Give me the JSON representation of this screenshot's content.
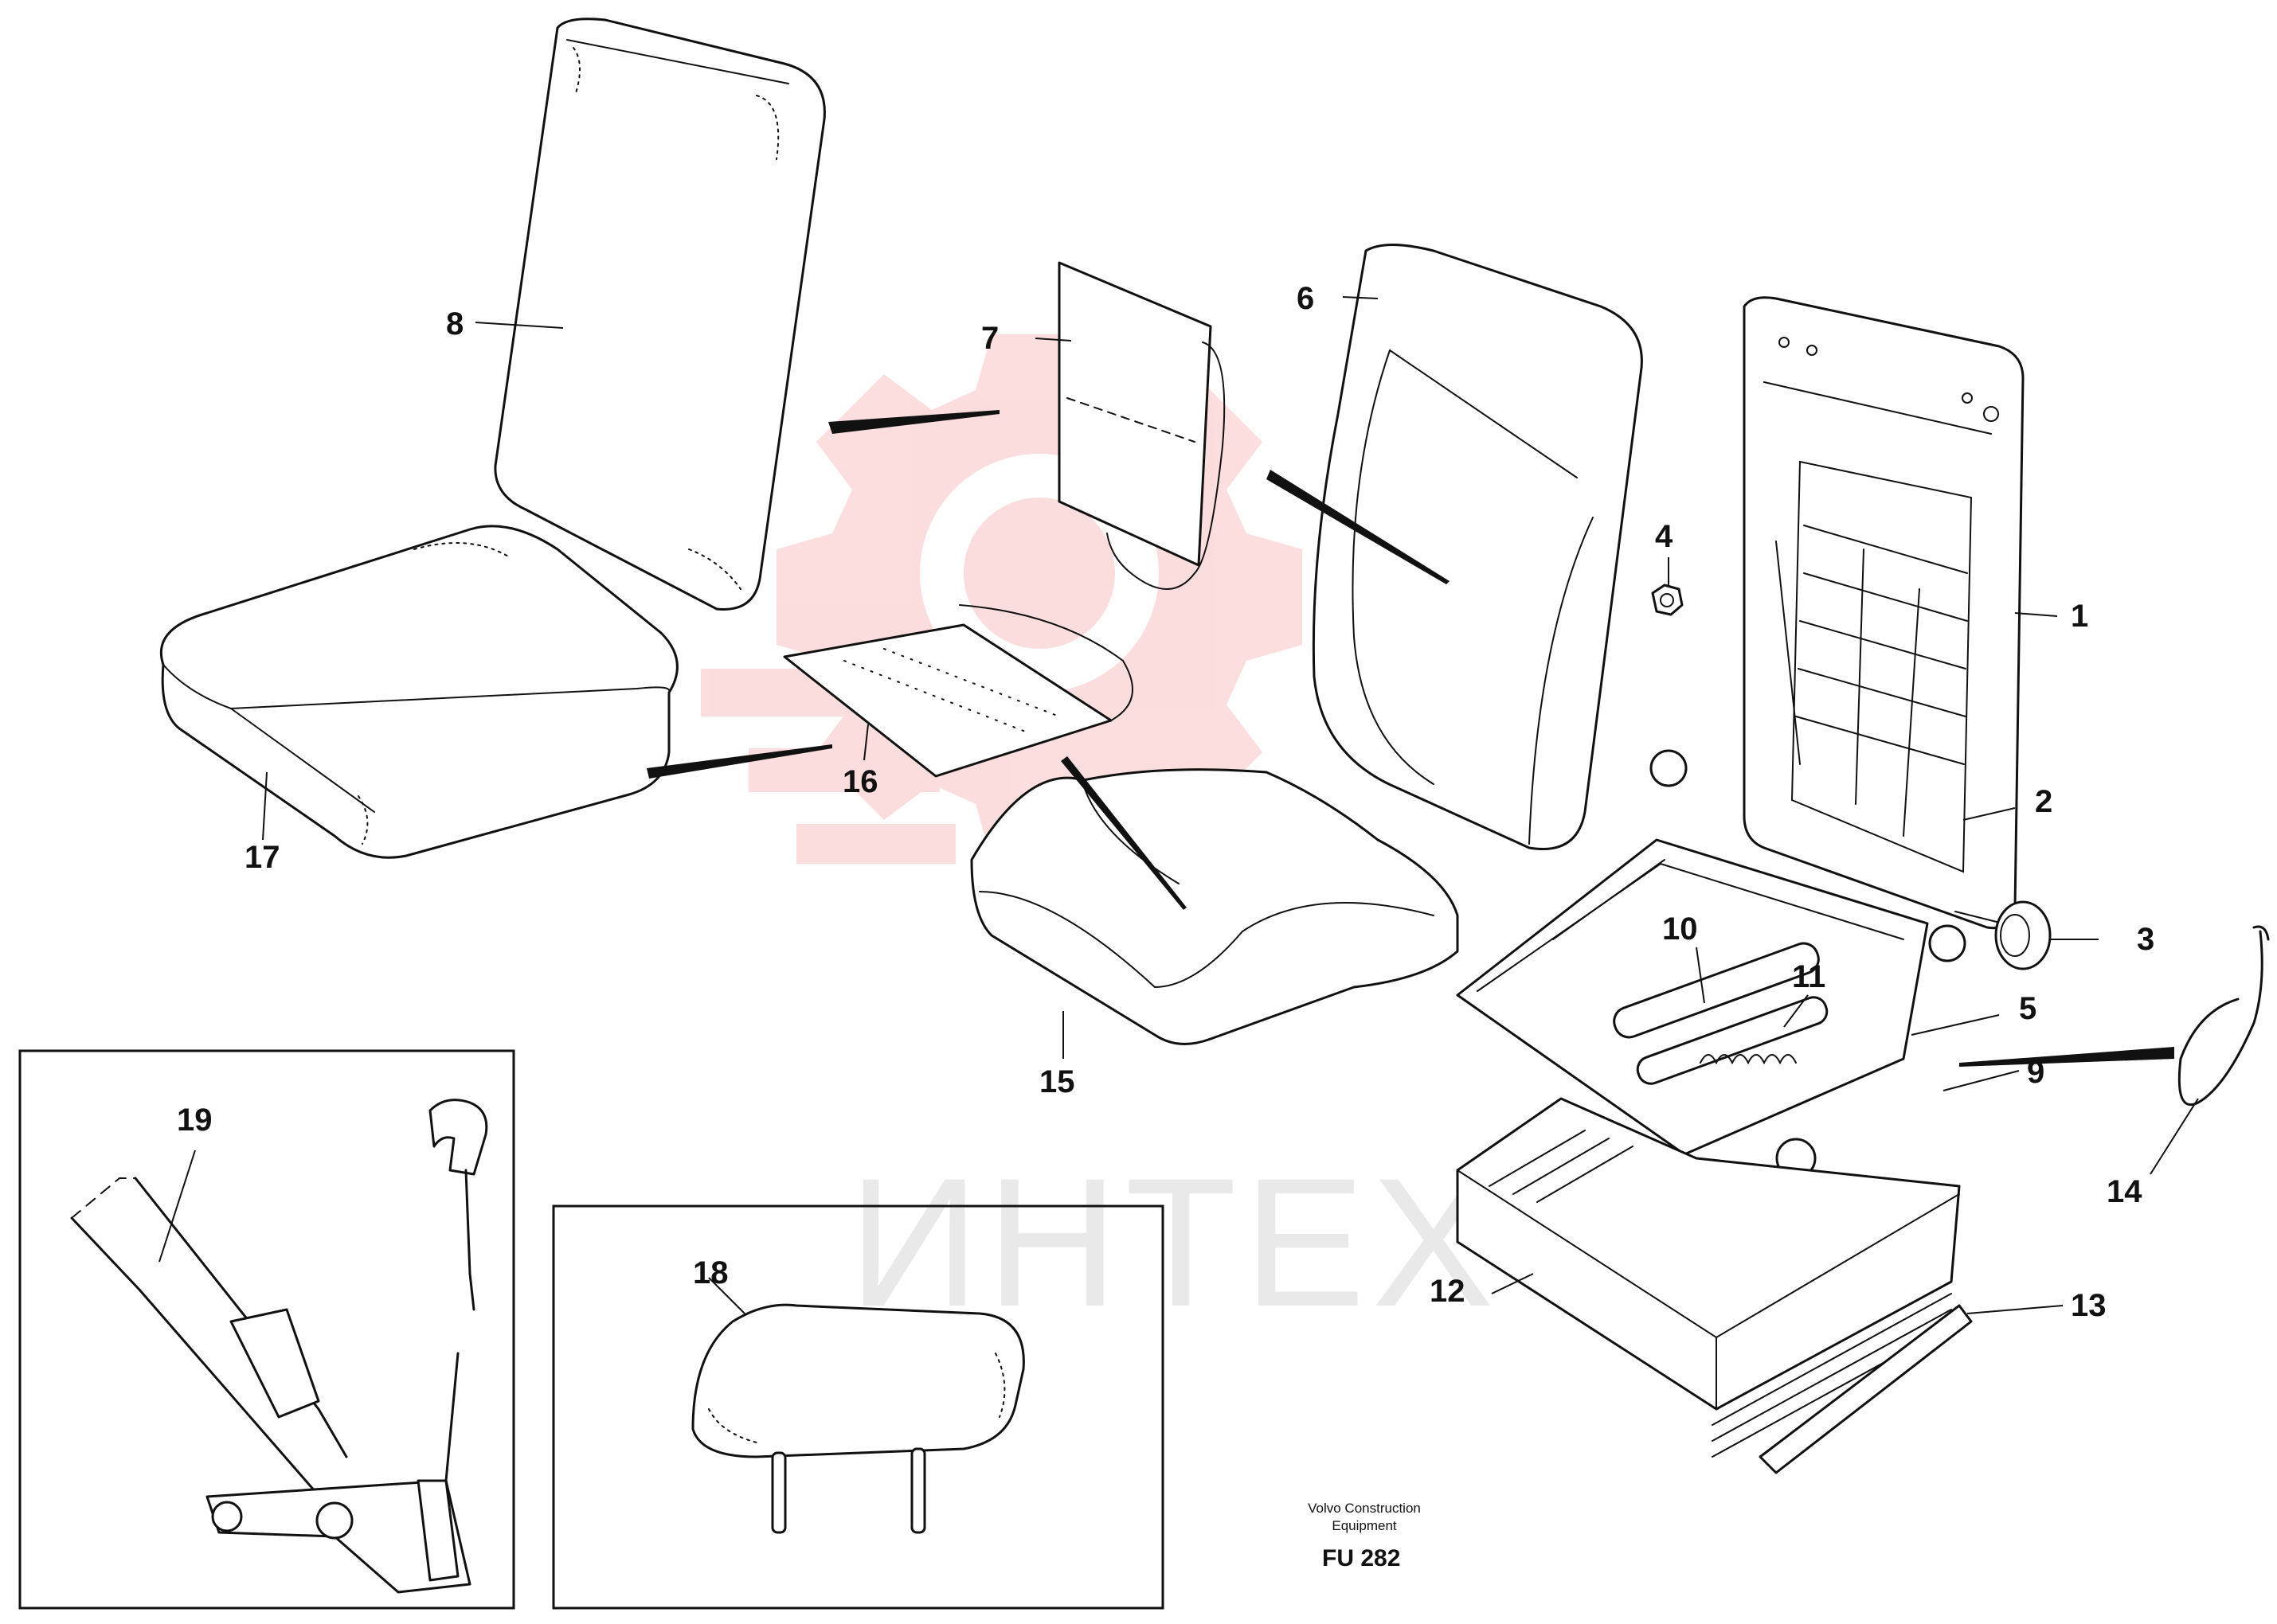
{
  "diagram": {
    "callouts": [
      {
        "id": "1",
        "label": "1"
      },
      {
        "id": "2",
        "label": "2"
      },
      {
        "id": "3",
        "label": "3"
      },
      {
        "id": "4",
        "label": "4"
      },
      {
        "id": "5",
        "label": "5"
      },
      {
        "id": "6",
        "label": "6"
      },
      {
        "id": "7",
        "label": "7"
      },
      {
        "id": "8",
        "label": "8"
      },
      {
        "id": "9",
        "label": "9"
      },
      {
        "id": "10",
        "label": "10"
      },
      {
        "id": "11",
        "label": "11"
      },
      {
        "id": "12",
        "label": "12"
      },
      {
        "id": "13",
        "label": "13"
      },
      {
        "id": "14",
        "label": "14"
      },
      {
        "id": "15",
        "label": "15"
      },
      {
        "id": "16",
        "label": "16"
      },
      {
        "id": "17",
        "label": "17"
      },
      {
        "id": "18",
        "label": "18"
      },
      {
        "id": "19",
        "label": "19"
      }
    ],
    "caption": {
      "line1": "Volvo Construction",
      "line2": "Equipment",
      "figure_id": "FU 282"
    },
    "watermark": {
      "text": "ИНТЕХ",
      "color": "#e8141b"
    }
  }
}
